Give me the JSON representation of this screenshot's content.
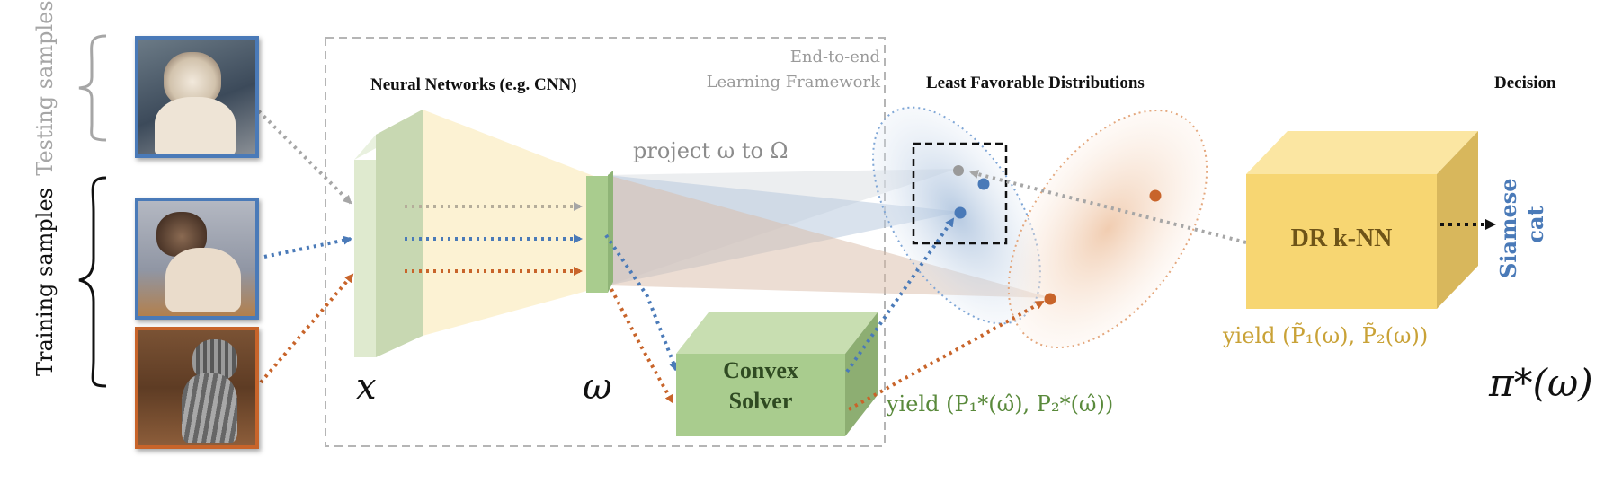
{
  "groups": {
    "testing_label": "Testing samples",
    "training_label": "Training samples"
  },
  "framework": {
    "label_line1": "End-to-end",
    "label_line2": "Learning Framework"
  },
  "titles": {
    "neural_networks": "Neural Networks (e.g. CNN)",
    "lfd": "Least Favorable Distributions",
    "decision": "Decision"
  },
  "symbols": {
    "x": "x",
    "omega": "ω",
    "policy": "π*(ω)"
  },
  "labels": {
    "project": "project ω to Ω",
    "solver_line1": "Convex",
    "solver_line2": "Solver",
    "knn": "DR k-NN",
    "yield_p_star": "yield (P₁*(ω̂), P₂*(ω̂))",
    "yield_p_tilde": "yield (P̃₁(ω), P̃₂(ω))",
    "result_line1": "Siamese",
    "result_line2": "cat"
  },
  "colors": {
    "blue": "#4a7ab8",
    "orange": "#c8642a",
    "gray": "#a6a6a6",
    "green_dark": "#5a8a3c",
    "gold": "#c9a237",
    "cube_yellow": "#f7d672"
  },
  "icons": {
    "photos": [
      "siamese-cat-photo",
      "siamese-cat-photo",
      "tabby-cat-photo"
    ]
  }
}
